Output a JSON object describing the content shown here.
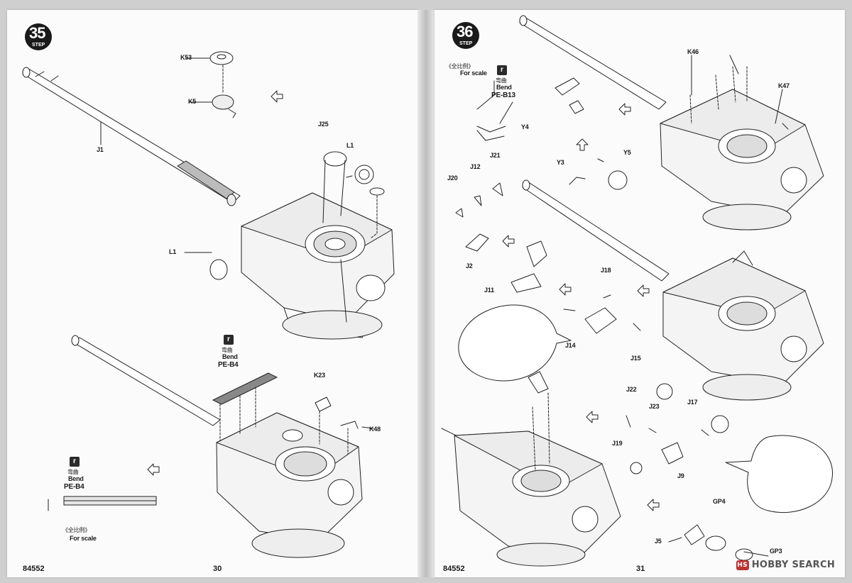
{
  "left_page": {
    "step": {
      "number": "35",
      "word": "STEP"
    },
    "labels": {
      "k53": "K53",
      "k5": "K5",
      "j1": "J1",
      "j25": "J25",
      "l1_top": "L1",
      "l1_left": "L1",
      "k23": "K23",
      "k48": "K48"
    },
    "bend_top": {
      "cn": "弯曲",
      "en": "Bend",
      "part": "PE-B4"
    },
    "bend_bottom": {
      "cn": "弯曲",
      "en": "Bend",
      "part": "PE-B4"
    },
    "scale": {
      "cn": "《全比例》",
      "en": "For scale"
    },
    "kit_number": "84552",
    "page_number": "30"
  },
  "right_page": {
    "step": {
      "number": "36",
      "word": "STEP"
    },
    "scale": {
      "cn": "《全比例》",
      "en": "For scale"
    },
    "bend": {
      "cn": "弯曲",
      "en": "Bend",
      "part": "PE-B13"
    },
    "labels": {
      "k46": "K46",
      "k47": "K47",
      "y4": "Y4",
      "y3": "Y3",
      "y5": "Y5",
      "j21": "J21",
      "j12": "J12",
      "j20": "J20",
      "j2": "J2",
      "j11": "J11",
      "j18": "J18",
      "j14": "J14",
      "j15": "J15",
      "j22": "J22",
      "j23": "J23",
      "j17": "J17",
      "j19": "J19",
      "j9": "J9",
      "gp4": "GP4",
      "j5": "J5",
      "gp3": "GP3"
    },
    "kit_number": "84552",
    "page_number": "31"
  },
  "watermark": {
    "text": "HOBBY SEARCH",
    "icon": "hobbysearch-logo-icon"
  }
}
